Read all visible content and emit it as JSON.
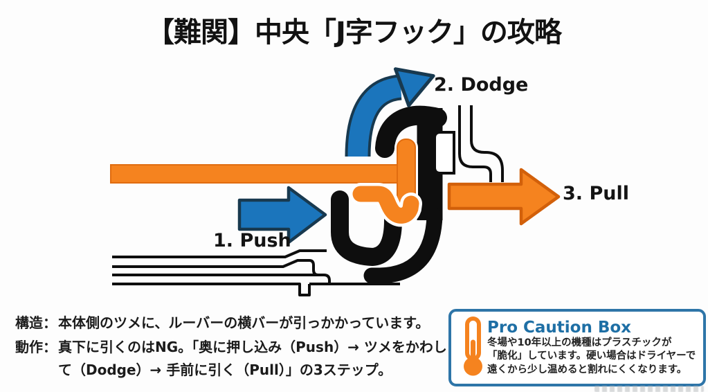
{
  "title": "【難関】中央「J字フック」の攻略",
  "diagram": {
    "labels": {
      "step1": "1. Push",
      "step2": "2. Dodge",
      "step3": "3. Pull"
    },
    "colors": {
      "blue": "#1b75bc",
      "blue_outline": "#18394f",
      "orange": "#f5831f",
      "orange_outline": "#d2600a",
      "black": "#0e0e0e"
    }
  },
  "notes": [
    {
      "label": "構造：",
      "text": "本体側のツメに、ルーバーの横バーが引っかかっています。"
    },
    {
      "label": "動作：",
      "text": "真下に引くのはNG。「奥に押し込み（Push）→ ツメをかわして（Dodge）→ 手前に引く（Pull）」の3ステップ。"
    }
  ],
  "caution_box": {
    "title": "Pro Caution Box",
    "body_lines": [
      "冬場や10年以上の機種はプラスチックが",
      "「脆化」しています。硬い場合はドライヤーで",
      "遠くから少し温めると割れにくくなります。"
    ]
  }
}
